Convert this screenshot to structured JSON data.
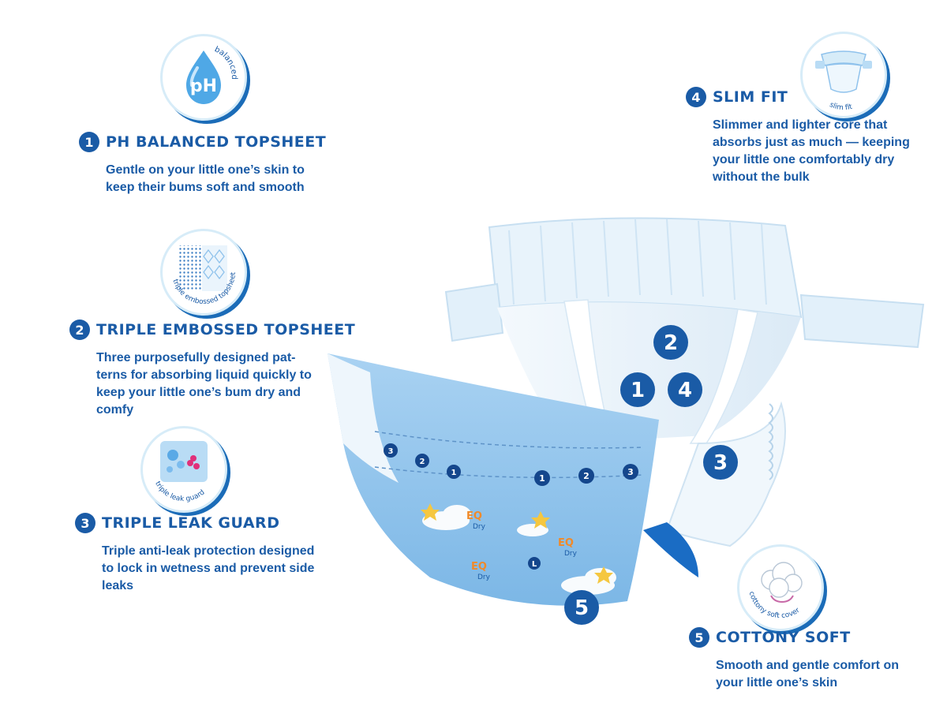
{
  "features": [
    {
      "num": "1",
      "title": "PH BALANCED TOPSHEET",
      "desc": [
        "Gentle on your little one’s skin to",
        "keep their bums soft and smooth"
      ],
      "icon": "ph-drop-icon"
    },
    {
      "num": "2",
      "title": "TRIPLE EMBOSSED TOPSHEET",
      "desc": [
        "Three purposefully designed pat-",
        "terns for absorbing liquid quickly to",
        "keep your little one’s bum dry and",
        "comfy"
      ],
      "icon": "embossed-pattern-icon"
    },
    {
      "num": "3",
      "title": "TRIPLE LEAK GUARD",
      "desc": [
        "Triple anti-leak protection designed",
        "to lock in wetness and prevent side",
        "leaks"
      ],
      "icon": "leak-guard-icon"
    },
    {
      "num": "4",
      "title": "SLIM FIT",
      "desc": [
        "Slimmer and lighter core that",
        "absorbs just as much — keeping",
        "your little one comfortably dry",
        "without the bulk"
      ],
      "icon": "slim-diaper-icon"
    },
    {
      "num": "5",
      "title": "COTTONY SOFT",
      "desc": [
        "Smooth and gentle comfort on",
        "your little one’s skin"
      ],
      "icon": "cotton-cloud-icon"
    }
  ],
  "icon_labels": {
    "ph_text": "pH",
    "ph_ring": "balanced",
    "embossed_ring": "triple embossed topsheet",
    "leak_ring": "triple leak guard",
    "slim_ring": "slim fit",
    "cotton_ring": "cottony soft cover"
  },
  "diaper": {
    "markers": [
      "2",
      "1",
      "4",
      "3",
      "5"
    ],
    "scale_left": [
      "3",
      "2",
      "1"
    ],
    "scale_right": [
      "1",
      "2",
      "3"
    ],
    "brand": "EQ",
    "brand_sub": "Dry",
    "size_label": "L"
  },
  "colors": {
    "brand_blue": "#1a5ba6",
    "dark_blue": "#14468c",
    "light_blue": "#8fc2ec",
    "pale_blue": "#d7ecf8",
    "accent_pink": "#e0307a"
  }
}
